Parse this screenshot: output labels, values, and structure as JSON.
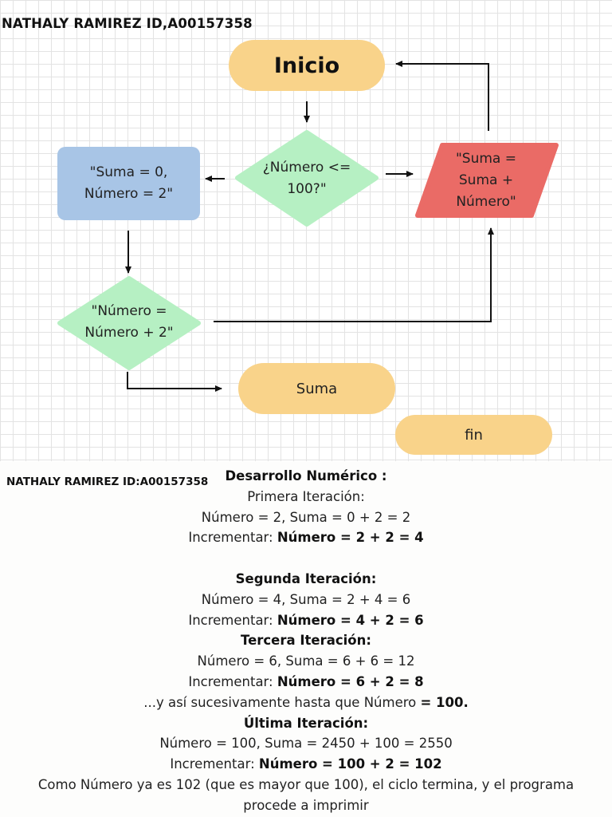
{
  "header": {
    "title": "NATHALY RAMIREZ ID,A00157358"
  },
  "flow": {
    "start": "Inicio",
    "decision": "¿Número <=\n100?\"",
    "init": "\"Suma = 0,\nNúmero = 2\"",
    "process": "\"Suma =\nSuma +\nNúmero\"",
    "increment": "\"Número =\nNúmero + 2\"",
    "output": "Suma",
    "end": "fin"
  },
  "colors": {
    "terminal": "#f9d38a",
    "decision": "#b6f0c3",
    "init": "#a8c5e6",
    "process": "#ea6b66"
  },
  "notes": {
    "subtitle": "NATHALY RAMIREZ ID:A00157358",
    "heading": "Desarrollo Numérico :",
    "it1_title": "Primera Iteración:",
    "it1_line": "Número = 2, Suma = 0 + 2 = 2",
    "inc_label": "Incrementar: ",
    "it1_inc": "Número = 2 + 2 = 4",
    "it2_title": "Segunda Iteración:",
    "it2_line": "Número = 4, Suma = 2 + 4 = 6",
    "it2_inc": "Número = 4 + 2 = 6",
    "it3_title": "Tercera Iteración:",
    "it3_line": "Número = 6, Suma = 6 + 6 = 12",
    "it3_inc": "Número = 6 + 2 = 8",
    "cont_text": "...y así sucesivamente hasta que Número ",
    "cont_bold": "= 100.",
    "last_title": "Última Iteración:",
    "last_line": "Número = 100, Suma = 2450 + 100 = 2550",
    "last_inc": "Número = 100 + 2 = 102",
    "conclusion_1": "Como Número ya es 102 (que es mayor que 100), el ciclo termina, y el programa",
    "conclusion_2": "procede a imprimir"
  }
}
